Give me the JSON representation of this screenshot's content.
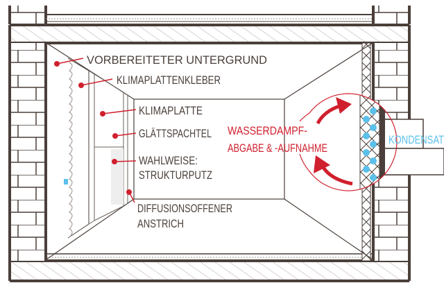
{
  "labels": {
    "prepared_substrate": "VORBEREITETER UNTERGRUND",
    "board_adhesive": "KLIMAPLATTENKLEBER",
    "climate_board": "KLIMAPLATTE",
    "smoothing_filler": "GLÄTTSPACHTEL",
    "optional_line1": "WAHLWEISE:",
    "optional_line2": "STRUKTURPUTZ",
    "paint_line1": "DIFFUSIONSOFFENER",
    "paint_line2": "ANSTRICH",
    "vapour_line1": "WASSERDAMPF-",
    "vapour_line2": "ABGABE & -AUFNAHME",
    "condensate": "KONDENSAT"
  },
  "colors": {
    "line": "#4a3f3a",
    "accent_red": "#d0202e",
    "water_blue": "#5bc0ea"
  }
}
